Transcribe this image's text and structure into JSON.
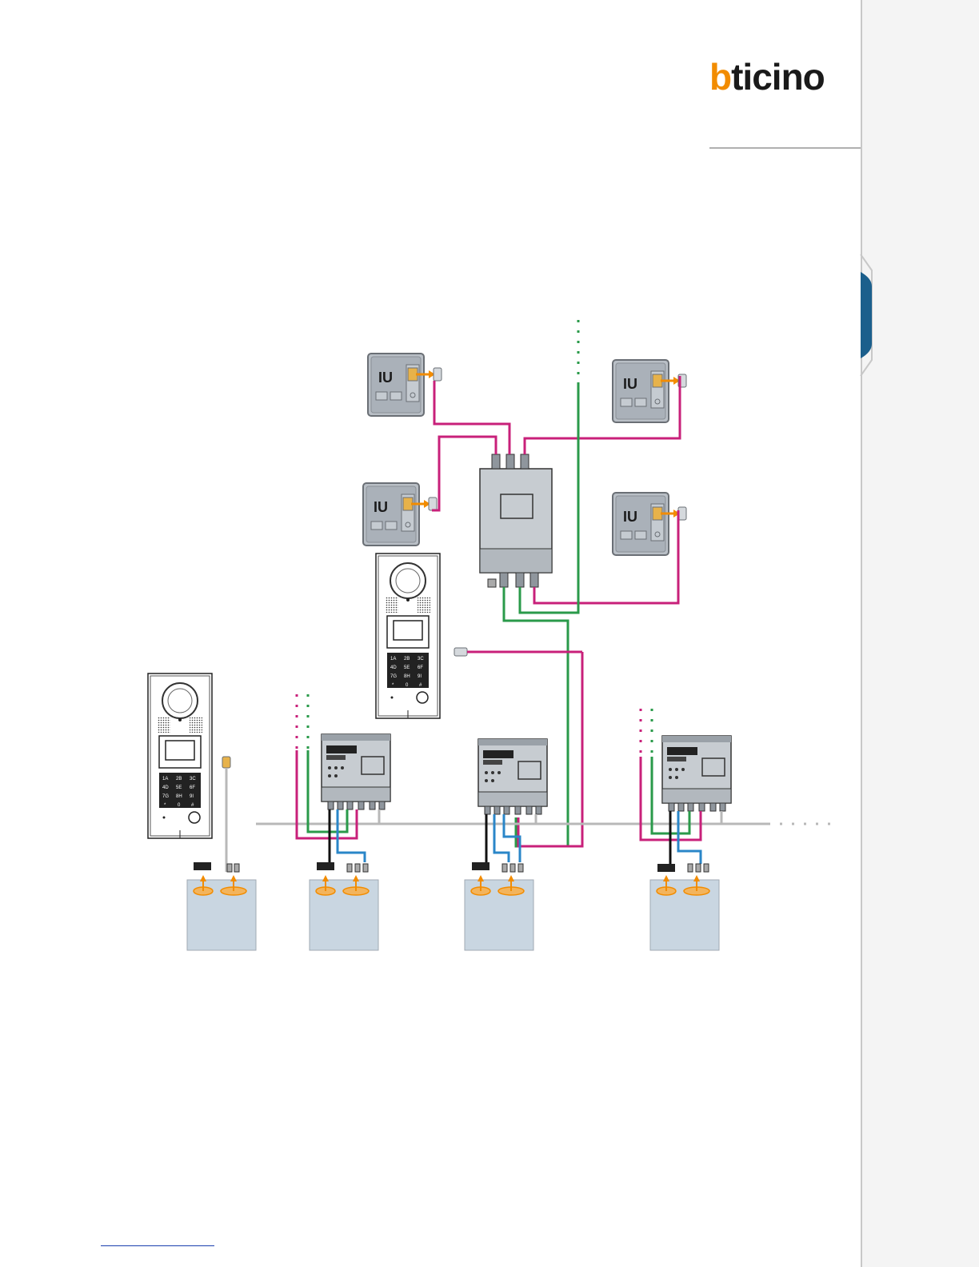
{
  "brand": {
    "logo_text": "bticino",
    "accent_color": "#f28c00",
    "logo_color": "#1a1a1a"
  },
  "side_tab": {
    "color": "#1b5f8c"
  },
  "diagram": {
    "interface_units": [
      {
        "label": "IU"
      },
      {
        "label": "IU"
      },
      {
        "label": "IU"
      },
      {
        "label": "IU"
      }
    ],
    "entrance_panels": [
      {
        "keys": [
          "1A",
          "2B",
          "3C",
          "4D",
          "5E",
          "6F",
          "7G",
          "8H",
          "9I",
          "*",
          "0",
          "#"
        ]
      },
      {
        "keys": [
          "1A",
          "2B",
          "3C",
          "4D",
          "5E",
          "6F",
          "7G",
          "8H",
          "9I",
          "*",
          "0",
          "#"
        ]
      }
    ],
    "wire_colors": {
      "bus_pink": "#c8207a",
      "bus_green": "#2a9a4a",
      "riser_blue": "#2a86c8",
      "black": "#111111",
      "grey": "#b8b8b8",
      "connector_orange": "#f28c00"
    }
  }
}
